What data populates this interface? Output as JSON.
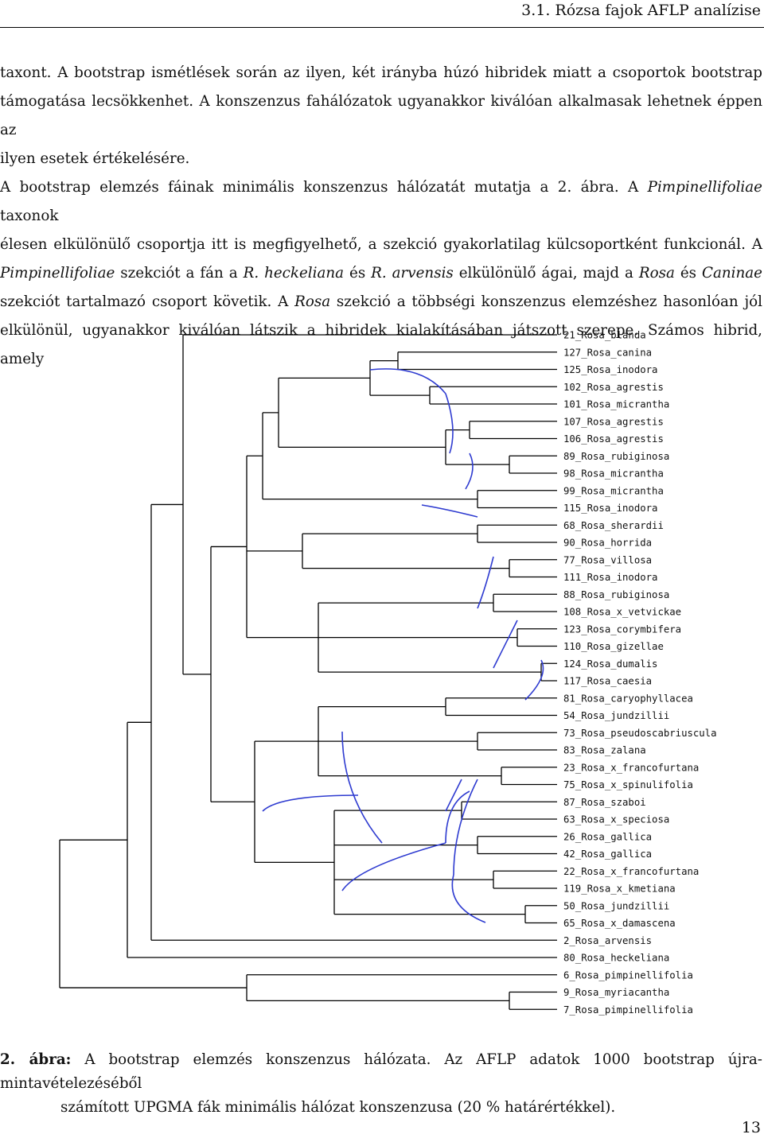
{
  "running_head": "3.1.  Rózsa fajok AFLP analízise",
  "body": {
    "p1_l1": "taxont. A bootstrap ismétlések során az ilyen, két irányba húzó hibridek miatt a csoportok bootstrap",
    "p1_l2": "támogatása lecsökkenhet. A konszenzus fahálózatok ugyanakkor kiválóan alkalmasak lehetnek éppen az",
    "p1_l3": "ilyen esetek értékelésére.",
    "p2_l1a": "A bootstrap elemzés fáinak minimális konszenzus hálózatát mutatja a 2. ábra. A ",
    "p2_l1b": "Pimpinellifoliae",
    "p2_l1c": " taxonok",
    "p2_l2": "élesen elkülönülő csoportja itt is megfigyelhető, a szekció gyakorlatilag külcsoportként funkcionál. A",
    "p2_l3a": "Pimpinellifoliae",
    "p2_l3b": " szekciót a fán a ",
    "p2_l3c": "R. heckeliana",
    "p2_l3d": " és ",
    "p2_l3e": "R. arvensis",
    "p2_l3f": " elkülönülő ágai, majd a ",
    "p2_l3g": "Rosa",
    "p2_l3h": " és ",
    "p2_l3i": "Caninae",
    "p2_l4a": "szekciót tartalmazó csoport követik. A ",
    "p2_l4b": "Rosa",
    "p2_l4c": " szekció a többségi konszenzus elemzéshez hasonlóan jól",
    "p2_l5": "elkülönül, ugyanakkor kiválóan látszik a hibridek kialakításában játszott szerepe. Számos hibrid, amely"
  },
  "figure": {
    "taxa": [
      "21_Rosa_blanda",
      "127_Rosa_canina",
      "125_Rosa_inodora",
      "102_Rosa_agrestis",
      "101_Rosa_micrantha",
      "107_Rosa_agrestis",
      "106_Rosa_agrestis",
      "89_Rosa_rubiginosa",
      "98_Rosa_micrantha",
      "99_Rosa_micrantha",
      "115_Rosa_inodora",
      "68_Rosa_sherardii",
      "90_Rosa_horrida",
      "77_Rosa_villosa",
      "111_Rosa_inodora",
      "88_Rosa_rubiginosa",
      "108_Rosa_x_vetvickae",
      "123_Rosa_corymbifera",
      "110_Rosa_gizellae",
      "124_Rosa_dumalis",
      "117_Rosa_caesia",
      "81_Rosa_caryophyllacea",
      "54_Rosa_jundzillii",
      "73_Rosa_pseudoscabriuscula",
      "83_Rosa_zalana",
      "23_Rosa_x_francofurtana",
      "75_Rosa_x_spinulifolia",
      "87_Rosa_szaboi",
      "63_Rosa_x_speciosa",
      "26_Rosa_gallica",
      "42_Rosa_gallica",
      "22_Rosa_x_francofurtana",
      "119_Rosa_x_kmetiana",
      "50_Rosa_jundzillii",
      "65_Rosa_x_damascena",
      "2_Rosa_arvensis",
      "80_Rosa_heckeliana",
      "6_Rosa_pimpinellifolia",
      "9_Rosa_myriacantha",
      "7_Rosa_pimpinellifolia"
    ],
    "tree_color": "#000000",
    "hybrid_edge_color": "#2e3bd0"
  },
  "caption": {
    "label": "2. ábra:",
    "line1": " A bootstrap elemzés konszenzus hálózata. Az AFLP adatok 1000 bootstrap újra-mintavételezéséből",
    "line2": "számított UPGMA fák minimális hálózat konszenzusa (20 % határértékkel)."
  },
  "page_number": "13"
}
